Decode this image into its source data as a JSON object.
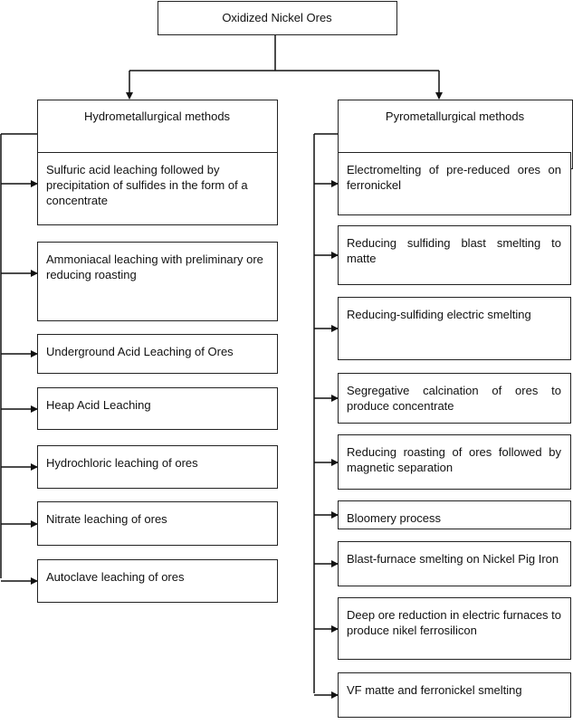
{
  "root": "Oxidized Nickel Ores",
  "hydro": {
    "title": "Hydrometallurgical methods",
    "items": [
      "Sulfuric acid leaching followed by precipitation of sulfides in the form of a concentrate",
      "Ammoniacal leaching with preliminary ore reducing roasting",
      "Underground Acid Leaching of Ores",
      "Heap Acid Leaching",
      "Hydrochloric leaching of ores",
      "Nitrate leaching of ores",
      "Autoclave leaching of ores"
    ]
  },
  "pyro": {
    "title": "Pyrometallurgical methods",
    "items": [
      "Electromelting of pre-reduced ores on ferronickel",
      "Reducing sulfiding blast smelting to matte",
      "Reducing-sulfiding electric smelting",
      "Segregative calcination of ores to produce concentrate",
      "Reducing roasting of ores followed by magnetic separation",
      "Bloomery process",
      "Blast-furnace smelting on Nickel Pig Iron",
      "Deep ore reduction in electric furnaces to produce nikel ferrosilicon",
      "VF matte and ferronickel smelting"
    ]
  }
}
